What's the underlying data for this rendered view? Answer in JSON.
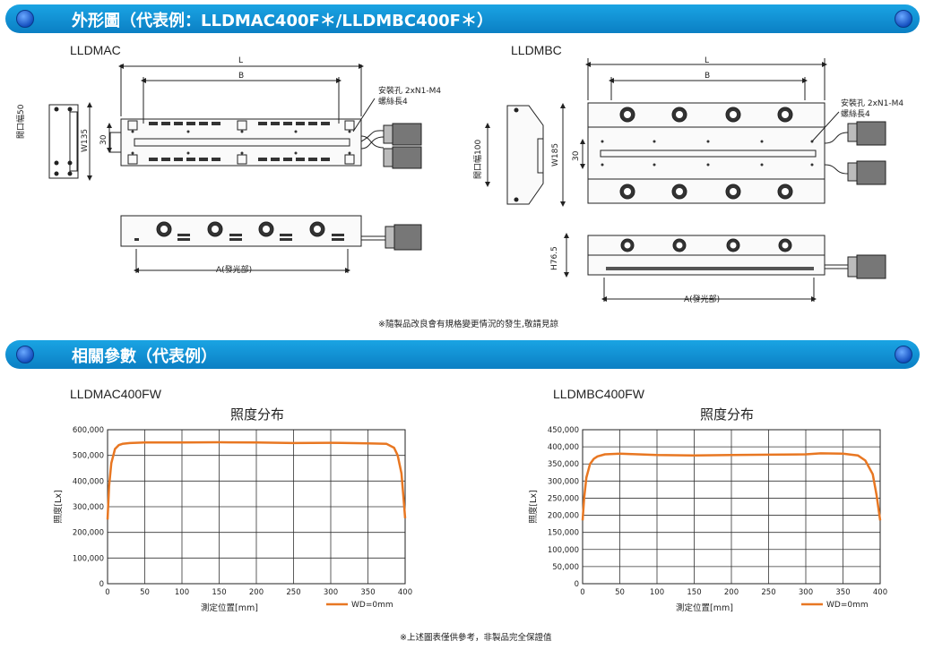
{
  "sections": {
    "dimensions_title": "外形圖（代表例：LLDMAC400F＊/LLDMBC400F＊）",
    "params_title": "相關參數（代表例）"
  },
  "drawings": {
    "ac_model": "LLDMAC",
    "bc_model": "LLDMBC",
    "L": "L",
    "B": "B",
    "A": "A(發光部)",
    "hole_note_line1": "安裝孔 2xN1-M4",
    "hole_note_line2": "螺絲長4",
    "ac_opening": "開口幅50",
    "ac_w": "W135",
    "ac_30": "30",
    "bc_opening": "開口幅100",
    "bc_w": "W185",
    "bc_30": "30",
    "bc_h": "H76.5",
    "drawing_note": "※隨製品改良會有規格變更情況的發生,敬請見諒"
  },
  "charts_note": "※上述圖表僅供參考，非製品完全保證值",
  "chart_data": [
    {
      "type": "line",
      "model": "LLDMAC400FW",
      "title": "照度分布",
      "xlabel": "測定位置[mm]",
      "ylabel": "照度[Lx]",
      "xlim": [
        0,
        400
      ],
      "ylim": [
        0,
        600000
      ],
      "x_ticks": [
        "0",
        "50",
        "100",
        "150",
        "200",
        "250",
        "300",
        "350",
        "400"
      ],
      "y_ticks": [
        "0",
        "100,000",
        "200,000",
        "300,000",
        "400,000",
        "500,000",
        "600,000"
      ],
      "grid": true,
      "legend_position": "bottom-right",
      "series": [
        {
          "name": "WD=0mm",
          "color": "#e87722",
          "x": [
            0,
            2,
            5,
            10,
            15,
            20,
            30,
            50,
            100,
            150,
            200,
            250,
            300,
            350,
            375,
            385,
            390,
            395,
            398,
            400
          ],
          "y": [
            250000,
            380000,
            470000,
            525000,
            540000,
            545000,
            548000,
            550000,
            550000,
            551000,
            550000,
            548000,
            549000,
            547000,
            545000,
            530000,
            500000,
            430000,
            330000,
            255000
          ]
        }
      ]
    },
    {
      "type": "line",
      "model": "LLDMBC400FW",
      "title": "照度分布",
      "xlabel": "測定位置[mm]",
      "ylabel": "照度[Lx]",
      "xlim": [
        0,
        400
      ],
      "ylim": [
        0,
        450000
      ],
      "x_ticks": [
        "0",
        "50",
        "100",
        "150",
        "200",
        "250",
        "300",
        "350",
        "400"
      ],
      "y_ticks": [
        "0",
        "50,000",
        "100,000",
        "150,000",
        "200,000",
        "250,000",
        "300,000",
        "350,000",
        "400,000",
        "450,000"
      ],
      "grid": true,
      "legend_position": "bottom-right",
      "series": [
        {
          "name": "WD=0mm",
          "color": "#e87722",
          "x": [
            0,
            2,
            5,
            10,
            15,
            20,
            30,
            50,
            100,
            150,
            200,
            250,
            300,
            320,
            350,
            370,
            380,
            390,
            395,
            400
          ],
          "y": [
            185000,
            250000,
            310000,
            350000,
            365000,
            372000,
            378000,
            380000,
            376000,
            375000,
            376000,
            377000,
            378000,
            381000,
            380000,
            375000,
            360000,
            320000,
            260000,
            185000
          ]
        }
      ]
    }
  ]
}
